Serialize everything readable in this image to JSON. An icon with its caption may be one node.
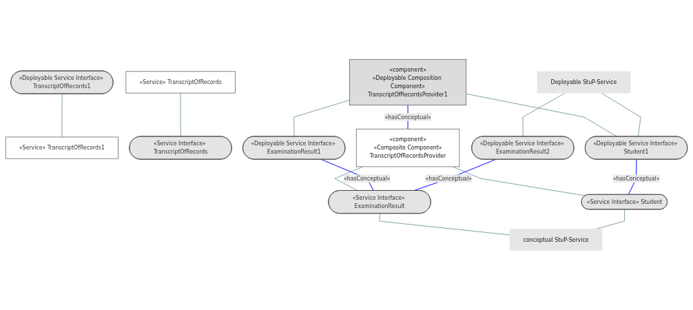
{
  "diagram": {
    "nodes": [
      {
        "text": [
          "«Deployable Service Interface» TranscriptOfRecords1"
        ]
      },
      {
        "text": [
          "«Service» TranscriptOfRecords1"
        ]
      },
      {
        "text": [
          "«component»",
          "«Deployable Composition Component»",
          "TranscriptOfRecordsProvider1"
        ]
      },
      {
        "text": [
          "«Service Interface» TranscriptOfRecords"
        ]
      },
      {
        "text": [
          "«Service» TranscriptOfRecords"
        ]
      },
      {
        "text": [
          "«component»",
          "«Composite Component»",
          "TranscriptOfRecordsProvider"
        ]
      },
      {
        "text": [
          "«Deployable Service Interface» ExaminationResult1"
        ]
      },
      {
        "text": [
          "«Deployable Service Interface» ExaminationResult2"
        ]
      },
      {
        "text": [
          "«Service Interface» ExaminationResult"
        ]
      },
      {
        "text": [
          "«Deployable Service Interface» Student1"
        ]
      },
      {
        "text": [
          "«Service Interface» Student"
        ]
      },
      {
        "text": [
          "Deployable StuP-Service"
        ]
      },
      {
        "text": [
          "conceptual StuP-Service"
        ]
      }
    ],
    "edges": [
      {
        "from": 0,
        "to": 1,
        "arrow": "none"
      },
      {
        "from": 4,
        "to": 3,
        "arrow": "none"
      },
      {
        "from": 2,
        "to": 5,
        "arrow": "none",
        "label": "«hasConceptual»",
        "color": "#0000ff"
      },
      {
        "from": 2,
        "to": 6,
        "arrow": "none"
      },
      {
        "from": 2,
        "to": 9,
        "arrow": "none"
      },
      {
        "from": 5,
        "to": 8,
        "arrow": "none"
      },
      {
        "from": 5,
        "to": 10,
        "arrow": "none"
      },
      {
        "from": 6,
        "to": 8,
        "arrow": "none",
        "label": "«hasConceptual»",
        "color": "#0000ff"
      },
      {
        "from": 7,
        "to": 8,
        "arrow": "none",
        "label": "«hasConceptual»",
        "color": "#0000ff"
      },
      {
        "from": 9,
        "to": 10,
        "arrow": "none",
        "label": "«hasConceptual»",
        "color": "#0000ff"
      },
      {
        "from": 11,
        "to": 7,
        "arrow": "none"
      },
      {
        "from": 11,
        "to": 9,
        "arrow": "none"
      },
      {
        "from": 8,
        "to": 12,
        "arrow": "none"
      },
      {
        "from": 10,
        "to": 12,
        "arrow": "none"
      }
    ]
  }
}
